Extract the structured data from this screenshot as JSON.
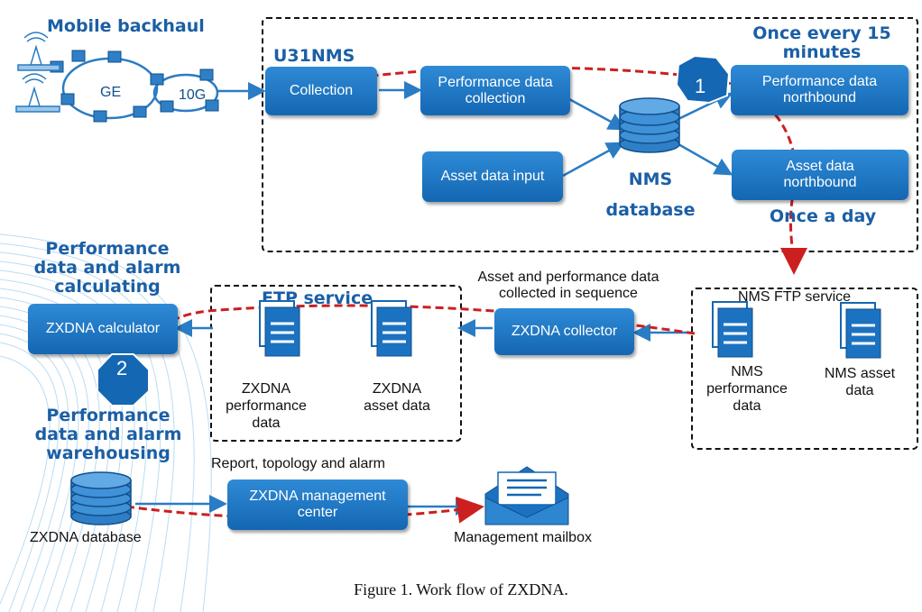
{
  "headings": {
    "mobile_backhaul": "Mobile backhaul",
    "u31nms": "U31NMS",
    "once_15": "Once every 15 minutes",
    "nms_database": "NMS database",
    "once_day": "Once a day",
    "perf_calc": "Performance data and alarm calculating",
    "perf_warehouse": "Performance data and alarm warehousing",
    "ftp_service": "FTP service"
  },
  "network": {
    "ge": "GE",
    "tenG": "10G"
  },
  "boxes": {
    "collection": "Collection",
    "perf_collection": "Performance data collection",
    "asset_input": "Asset data input",
    "perf_northbound": "Performance data northbound",
    "asset_northbound": "Asset data northbound",
    "calculator": "ZXDNA calculator",
    "collector": "ZXDNA collector",
    "management_center": "ZXDNA management center"
  },
  "labels": {
    "asset_perf_seq": "Asset and performance data collected in sequence",
    "nms_ftp": "NMS FTP service",
    "nms_perf": "NMS performance data",
    "nms_asset": "NMS asset data",
    "zxdna_perf": "ZXDNA performance data",
    "zxdna_asset": "ZXDNA asset data",
    "zxdna_database": "ZXDNA database",
    "report_topo": "Report, topology and alarm",
    "mailbox": "Management mailbox"
  },
  "badges": {
    "one": "1",
    "two": "2"
  },
  "caption": "Figure 1. Work flow of ZXDNA.",
  "colors": {
    "box_blue": "#1b72c0",
    "heading_blue": "#1b5fa5",
    "flow_red": "#cc1f1f",
    "arrow_blue": "#2a7cc4"
  }
}
